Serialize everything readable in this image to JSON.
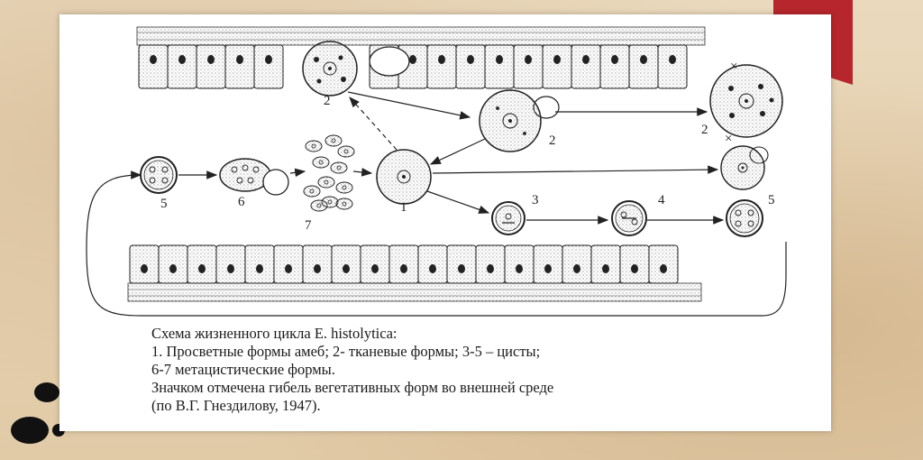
{
  "diagram": {
    "labels": {
      "n1": "1",
      "n2a": "2",
      "n2b": "2",
      "n2c": "2",
      "n3": "3",
      "n4": "4",
      "n5a": "5",
      "n5b": "5",
      "n6": "6",
      "n7": "7",
      "death_mark_1": "×",
      "death_mark_2": "×"
    }
  },
  "caption": {
    "line1": "Схема жизненного цикла E. histolytica:",
    "line2": "1. Просветные формы амеб; 2- тканевые формы; 3-5 – цисты;",
    "line3": "6-7 метацистические формы.",
    "line4": "Значком отмечена гибель вегетативных форм во внешней среде",
    "line5": "(по В.Г. Гнездилову, 1947)."
  },
  "colors": {
    "ribbon": "#b6262c",
    "ink": "#222222",
    "card": "#ffffff"
  }
}
